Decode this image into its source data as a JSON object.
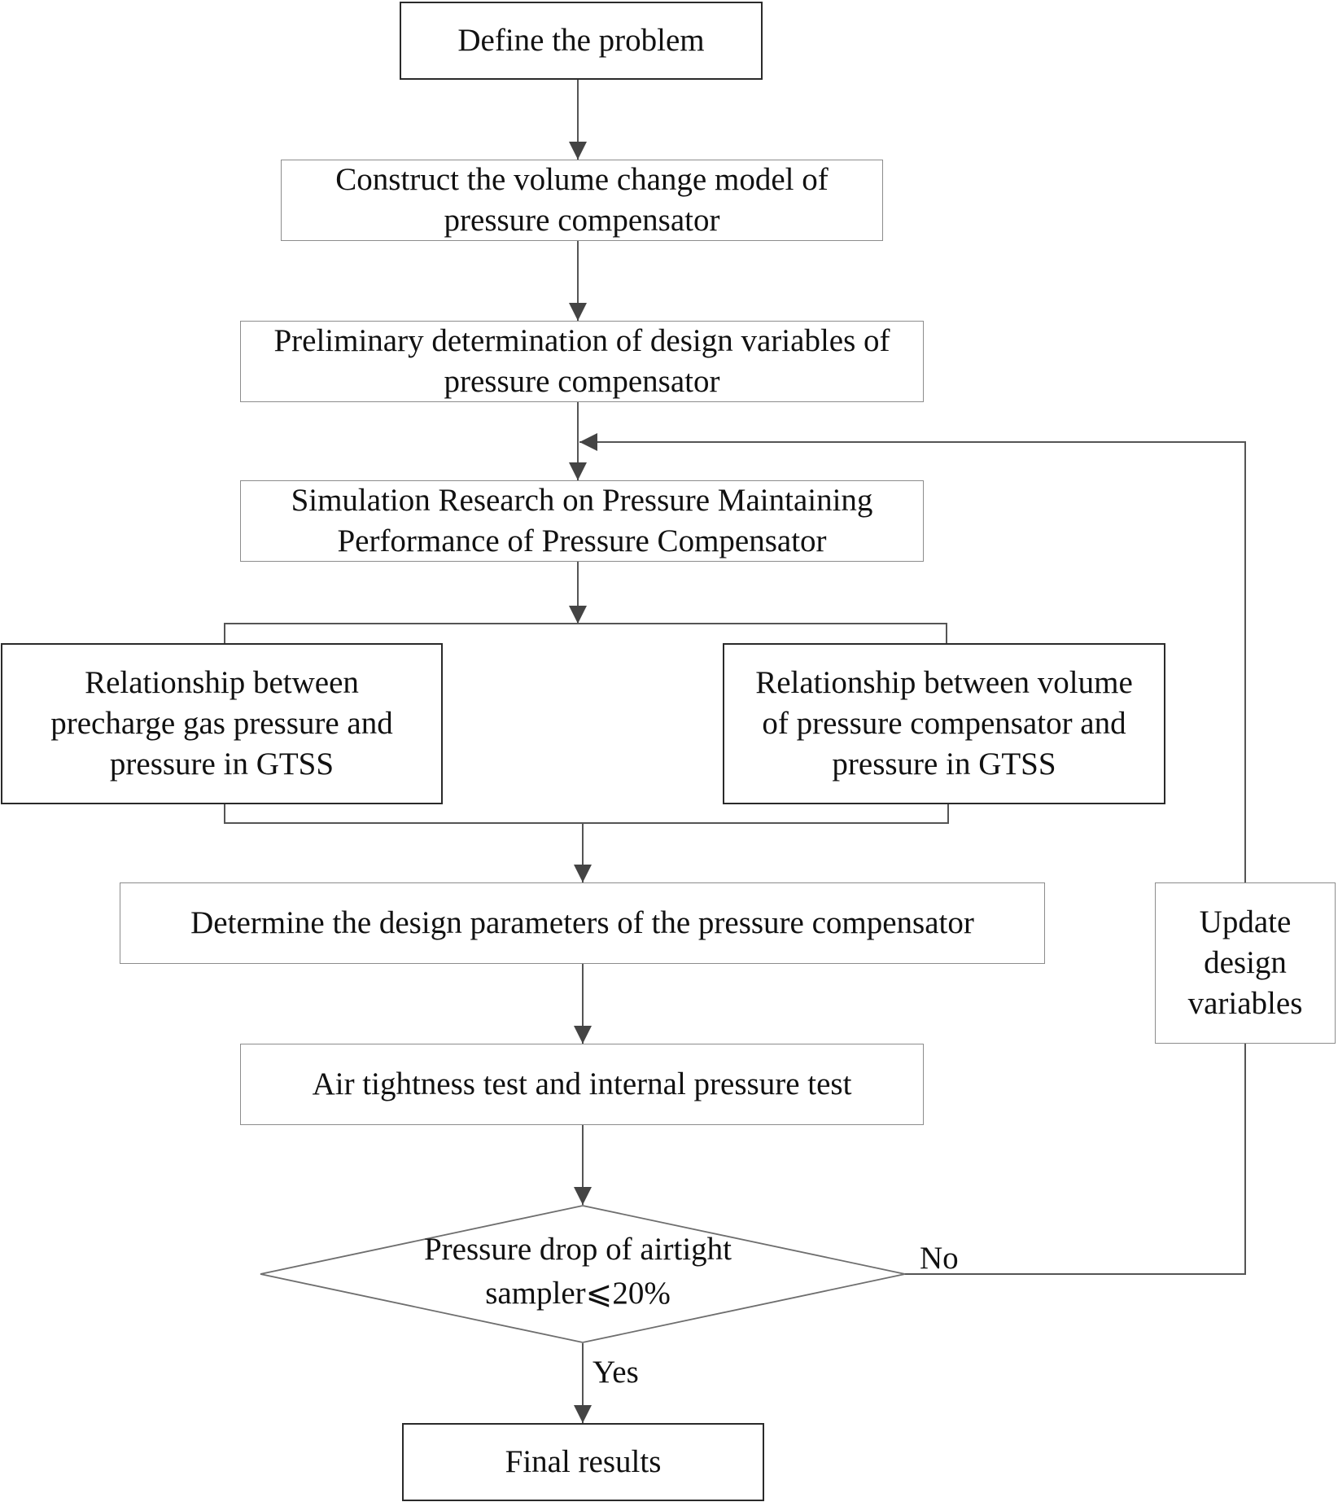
{
  "nodes": {
    "define": "Define the problem",
    "construct": "Construct the volume change model of\npressure compensator",
    "preliminary": "Preliminary determination of design variables of\npressure compensator",
    "simulation": "Simulation Research on Pressure Maintaining\nPerformance of Pressure Compensator",
    "rel_gas": "Relationship between\nprecharge gas pressure and\npressure in GTSS",
    "rel_volume": "Relationship between volume\nof pressure compensator and\npressure in GTSS",
    "determine": "Determine the design parameters of the pressure compensator",
    "air_test": "Air tightness test and internal pressure test",
    "decision": "Pressure drop of airtight\nsampler⩽20%",
    "update": "Update\ndesign\nvariables",
    "final": "Final results"
  },
  "edge_labels": {
    "no": "No",
    "yes": "Yes"
  }
}
